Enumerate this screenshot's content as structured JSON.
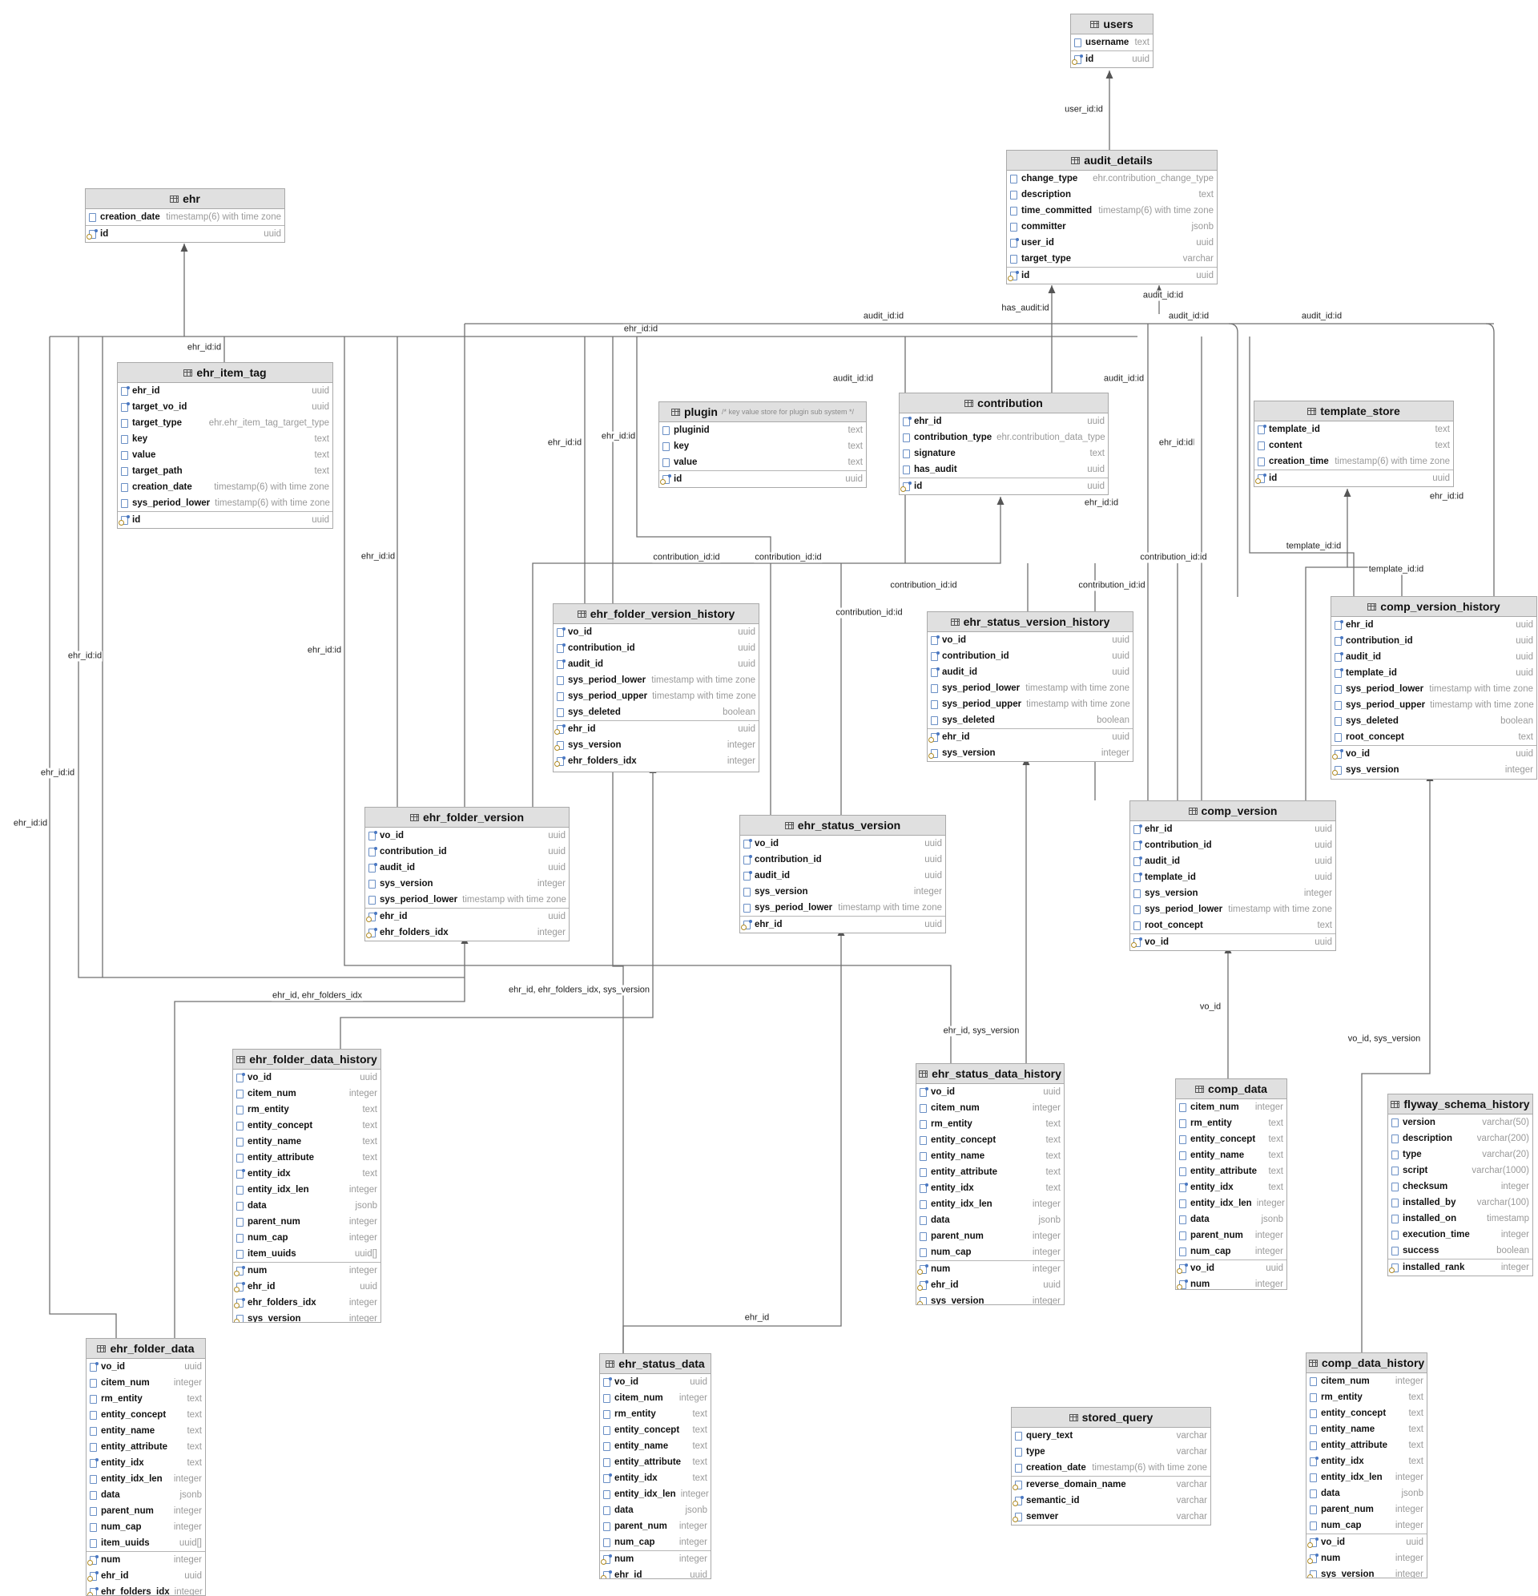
{
  "tables": [
    {
      "id": "users",
      "name": "users",
      "cols": [
        {
          "n": "username",
          "t": "text"
        }
      ],
      "keys": [
        {
          "n": "id",
          "t": "uuid"
        }
      ]
    },
    {
      "id": "audit_details",
      "name": "audit_details",
      "cols": [
        {
          "n": "change_type",
          "t": "ehr.contribution_change_type"
        },
        {
          "n": "description",
          "t": "text"
        },
        {
          "n": "time_committed",
          "t": "timestamp(6) with time zone"
        },
        {
          "n": "committer",
          "t": "jsonb"
        },
        {
          "n": "user_id",
          "t": "uuid"
        },
        {
          "n": "target_type",
          "t": "varchar"
        }
      ],
      "keys": [
        {
          "n": "id",
          "t": "uuid"
        }
      ]
    },
    {
      "id": "ehr",
      "name": "ehr",
      "cols": [
        {
          "n": "creation_date",
          "t": "timestamp(6) with time zone"
        }
      ],
      "keys": [
        {
          "n": "id",
          "t": "uuid"
        }
      ]
    },
    {
      "id": "ehr_item_tag",
      "name": "ehr_item_tag",
      "cols": [
        {
          "n": "ehr_id",
          "t": "uuid"
        },
        {
          "n": "target_vo_id",
          "t": "uuid"
        },
        {
          "n": "target_type",
          "t": "ehr.ehr_item_tag_target_type"
        },
        {
          "n": "key",
          "t": "text"
        },
        {
          "n": "value",
          "t": "text"
        },
        {
          "n": "target_path",
          "t": "text"
        },
        {
          "n": "creation_date",
          "t": "timestamp(6) with time zone"
        },
        {
          "n": "sys_period_lower",
          "t": "timestamp(6) with time zone"
        }
      ],
      "keys": [
        {
          "n": "id",
          "t": "uuid"
        }
      ]
    },
    {
      "id": "plugin",
      "name": "plugin",
      "comment": "/* key value store for plugin sub system */",
      "cols": [
        {
          "n": "pluginid",
          "t": "text"
        },
        {
          "n": "key",
          "t": "text"
        },
        {
          "n": "value",
          "t": "text"
        }
      ],
      "keys": [
        {
          "n": "id",
          "t": "uuid"
        }
      ]
    },
    {
      "id": "contribution",
      "name": "contribution",
      "cols": [
        {
          "n": "ehr_id",
          "t": "uuid"
        },
        {
          "n": "contribution_type",
          "t": "ehr.contribution_data_type"
        },
        {
          "n": "signature",
          "t": "text"
        },
        {
          "n": "has_audit",
          "t": "uuid"
        }
      ],
      "keys": [
        {
          "n": "id",
          "t": "uuid"
        }
      ]
    },
    {
      "id": "template_store",
      "name": "template_store",
      "cols": [
        {
          "n": "template_id",
          "t": "text"
        },
        {
          "n": "content",
          "t": "text"
        },
        {
          "n": "creation_time",
          "t": "timestamp(6) with time zone"
        }
      ],
      "keys": [
        {
          "n": "id",
          "t": "uuid"
        }
      ]
    },
    {
      "id": "ehr_folder_version_history",
      "name": "ehr_folder_version_history",
      "cols": [
        {
          "n": "vo_id",
          "t": "uuid"
        },
        {
          "n": "contribution_id",
          "t": "uuid"
        },
        {
          "n": "audit_id",
          "t": "uuid"
        },
        {
          "n": "sys_period_lower",
          "t": "timestamp with time zone"
        },
        {
          "n": "sys_period_upper",
          "t": "timestamp with time zone"
        },
        {
          "n": "sys_deleted",
          "t": "boolean"
        }
      ],
      "keys": [
        {
          "n": "ehr_id",
          "t": "uuid"
        },
        {
          "n": "sys_version",
          "t": "integer"
        },
        {
          "n": "ehr_folders_idx",
          "t": "integer"
        }
      ]
    },
    {
      "id": "ehr_status_version_history",
      "name": "ehr_status_version_history",
      "cols": [
        {
          "n": "vo_id",
          "t": "uuid"
        },
        {
          "n": "contribution_id",
          "t": "uuid"
        },
        {
          "n": "audit_id",
          "t": "uuid"
        },
        {
          "n": "sys_period_lower",
          "t": "timestamp with time zone"
        },
        {
          "n": "sys_period_upper",
          "t": "timestamp with time zone"
        },
        {
          "n": "sys_deleted",
          "t": "boolean"
        }
      ],
      "keys": [
        {
          "n": "ehr_id",
          "t": "uuid"
        },
        {
          "n": "sys_version",
          "t": "integer"
        }
      ]
    },
    {
      "id": "comp_version_history",
      "name": "comp_version_history",
      "cols": [
        {
          "n": "ehr_id",
          "t": "uuid"
        },
        {
          "n": "contribution_id",
          "t": "uuid"
        },
        {
          "n": "audit_id",
          "t": "uuid"
        },
        {
          "n": "template_id",
          "t": "uuid"
        },
        {
          "n": "sys_period_lower",
          "t": "timestamp with time zone"
        },
        {
          "n": "sys_period_upper",
          "t": "timestamp with time zone"
        },
        {
          "n": "sys_deleted",
          "t": "boolean"
        },
        {
          "n": "root_concept",
          "t": "text"
        }
      ],
      "keys": [
        {
          "n": "vo_id",
          "t": "uuid"
        },
        {
          "n": "sys_version",
          "t": "integer"
        }
      ]
    },
    {
      "id": "ehr_folder_version",
      "name": "ehr_folder_version",
      "cols": [
        {
          "n": "vo_id",
          "t": "uuid"
        },
        {
          "n": "contribution_id",
          "t": "uuid"
        },
        {
          "n": "audit_id",
          "t": "uuid"
        },
        {
          "n": "sys_version",
          "t": "integer"
        },
        {
          "n": "sys_period_lower",
          "t": "timestamp with time zone"
        }
      ],
      "keys": [
        {
          "n": "ehr_id",
          "t": "uuid"
        },
        {
          "n": "ehr_folders_idx",
          "t": "integer"
        }
      ]
    },
    {
      "id": "ehr_status_version",
      "name": "ehr_status_version",
      "cols": [
        {
          "n": "vo_id",
          "t": "uuid"
        },
        {
          "n": "contribution_id",
          "t": "uuid"
        },
        {
          "n": "audit_id",
          "t": "uuid"
        },
        {
          "n": "sys_version",
          "t": "integer"
        },
        {
          "n": "sys_period_lower",
          "t": "timestamp with time zone"
        }
      ],
      "keys": [
        {
          "n": "ehr_id",
          "t": "uuid"
        }
      ]
    },
    {
      "id": "comp_version",
      "name": "comp_version",
      "cols": [
        {
          "n": "ehr_id",
          "t": "uuid"
        },
        {
          "n": "contribution_id",
          "t": "uuid"
        },
        {
          "n": "audit_id",
          "t": "uuid"
        },
        {
          "n": "template_id",
          "t": "uuid"
        },
        {
          "n": "sys_version",
          "t": "integer"
        },
        {
          "n": "sys_period_lower",
          "t": "timestamp with time zone"
        },
        {
          "n": "root_concept",
          "t": "text"
        }
      ],
      "keys": [
        {
          "n": "vo_id",
          "t": "uuid"
        }
      ]
    },
    {
      "id": "ehr_folder_data_history",
      "name": "ehr_folder_data_history",
      "cols": [
        {
          "n": "vo_id",
          "t": "uuid"
        },
        {
          "n": "citem_num",
          "t": "integer"
        },
        {
          "n": "rm_entity",
          "t": "text"
        },
        {
          "n": "entity_concept",
          "t": "text"
        },
        {
          "n": "entity_name",
          "t": "text"
        },
        {
          "n": "entity_attribute",
          "t": "text"
        },
        {
          "n": "entity_idx",
          "t": "text"
        },
        {
          "n": "entity_idx_len",
          "t": "integer"
        },
        {
          "n": "data",
          "t": "jsonb"
        },
        {
          "n": "parent_num",
          "t": "integer"
        },
        {
          "n": "num_cap",
          "t": "integer"
        },
        {
          "n": "item_uuids",
          "t": "uuid[]"
        }
      ],
      "keys": [
        {
          "n": "num",
          "t": "integer"
        },
        {
          "n": "ehr_id",
          "t": "uuid"
        },
        {
          "n": "ehr_folders_idx",
          "t": "integer"
        },
        {
          "n": "sys_version",
          "t": "integer"
        }
      ]
    },
    {
      "id": "ehr_status_data_history",
      "name": "ehr_status_data_history",
      "cols": [
        {
          "n": "vo_id",
          "t": "uuid"
        },
        {
          "n": "citem_num",
          "t": "integer"
        },
        {
          "n": "rm_entity",
          "t": "text"
        },
        {
          "n": "entity_concept",
          "t": "text"
        },
        {
          "n": "entity_name",
          "t": "text"
        },
        {
          "n": "entity_attribute",
          "t": "text"
        },
        {
          "n": "entity_idx",
          "t": "text"
        },
        {
          "n": "entity_idx_len",
          "t": "integer"
        },
        {
          "n": "data",
          "t": "jsonb"
        },
        {
          "n": "parent_num",
          "t": "integer"
        },
        {
          "n": "num_cap",
          "t": "integer"
        }
      ],
      "keys": [
        {
          "n": "num",
          "t": "integer"
        },
        {
          "n": "ehr_id",
          "t": "uuid"
        },
        {
          "n": "sys_version",
          "t": "integer"
        }
      ]
    },
    {
      "id": "comp_data",
      "name": "comp_data",
      "cols": [
        {
          "n": "citem_num",
          "t": "integer"
        },
        {
          "n": "rm_entity",
          "t": "text"
        },
        {
          "n": "entity_concept",
          "t": "text"
        },
        {
          "n": "entity_name",
          "t": "text"
        },
        {
          "n": "entity_attribute",
          "t": "text"
        },
        {
          "n": "entity_idx",
          "t": "text"
        },
        {
          "n": "entity_idx_len",
          "t": "integer"
        },
        {
          "n": "data",
          "t": "jsonb"
        },
        {
          "n": "parent_num",
          "t": "integer"
        },
        {
          "n": "num_cap",
          "t": "integer"
        }
      ],
      "keys": [
        {
          "n": "vo_id",
          "t": "uuid"
        },
        {
          "n": "num",
          "t": "integer"
        }
      ]
    },
    {
      "id": "flyway_schema_history",
      "name": "flyway_schema_history",
      "cols": [
        {
          "n": "version",
          "t": "varchar(50)"
        },
        {
          "n": "description",
          "t": "varchar(200)"
        },
        {
          "n": "type",
          "t": "varchar(20)"
        },
        {
          "n": "script",
          "t": "varchar(1000)"
        },
        {
          "n": "checksum",
          "t": "integer"
        },
        {
          "n": "installed_by",
          "t": "varchar(100)"
        },
        {
          "n": "installed_on",
          "t": "timestamp"
        },
        {
          "n": "execution_time",
          "t": "integer"
        },
        {
          "n": "success",
          "t": "boolean"
        }
      ],
      "keys": [
        {
          "n": "installed_rank",
          "t": "integer"
        }
      ]
    },
    {
      "id": "ehr_folder_data",
      "name": "ehr_folder_data",
      "cols": [
        {
          "n": "vo_id",
          "t": "uuid"
        },
        {
          "n": "citem_num",
          "t": "integer"
        },
        {
          "n": "rm_entity",
          "t": "text"
        },
        {
          "n": "entity_concept",
          "t": "text"
        },
        {
          "n": "entity_name",
          "t": "text"
        },
        {
          "n": "entity_attribute",
          "t": "text"
        },
        {
          "n": "entity_idx",
          "t": "text"
        },
        {
          "n": "entity_idx_len",
          "t": "integer"
        },
        {
          "n": "data",
          "t": "jsonb"
        },
        {
          "n": "parent_num",
          "t": "integer"
        },
        {
          "n": "num_cap",
          "t": "integer"
        },
        {
          "n": "item_uuids",
          "t": "uuid[]"
        }
      ],
      "keys": [
        {
          "n": "num",
          "t": "integer"
        },
        {
          "n": "ehr_id",
          "t": "uuid"
        },
        {
          "n": "ehr_folders_idx",
          "t": "integer"
        }
      ]
    },
    {
      "id": "ehr_status_data",
      "name": "ehr_status_data",
      "cols": [
        {
          "n": "vo_id",
          "t": "uuid"
        },
        {
          "n": "citem_num",
          "t": "integer"
        },
        {
          "n": "rm_entity",
          "t": "text"
        },
        {
          "n": "entity_concept",
          "t": "text"
        },
        {
          "n": "entity_name",
          "t": "text"
        },
        {
          "n": "entity_attribute",
          "t": "text"
        },
        {
          "n": "entity_idx",
          "t": "text"
        },
        {
          "n": "entity_idx_len",
          "t": "integer"
        },
        {
          "n": "data",
          "t": "jsonb"
        },
        {
          "n": "parent_num",
          "t": "integer"
        },
        {
          "n": "num_cap",
          "t": "integer"
        }
      ],
      "keys": [
        {
          "n": "num",
          "t": "integer"
        },
        {
          "n": "ehr_id",
          "t": "uuid"
        }
      ]
    },
    {
      "id": "stored_query",
      "name": "stored_query",
      "cols": [
        {
          "n": "query_text",
          "t": "varchar"
        },
        {
          "n": "type",
          "t": "varchar"
        },
        {
          "n": "creation_date",
          "t": "timestamp(6) with time zone"
        }
      ],
      "keys": [
        {
          "n": "reverse_domain_name",
          "t": "varchar"
        },
        {
          "n": "semantic_id",
          "t": "varchar"
        },
        {
          "n": "semver",
          "t": "varchar"
        }
      ]
    },
    {
      "id": "comp_data_history",
      "name": "comp_data_history",
      "cols": [
        {
          "n": "citem_num",
          "t": "integer"
        },
        {
          "n": "rm_entity",
          "t": "text"
        },
        {
          "n": "entity_concept",
          "t": "text"
        },
        {
          "n": "entity_name",
          "t": "text"
        },
        {
          "n": "entity_attribute",
          "t": "text"
        },
        {
          "n": "entity_idx",
          "t": "text"
        },
        {
          "n": "entity_idx_len",
          "t": "integer"
        },
        {
          "n": "data",
          "t": "jsonb"
        },
        {
          "n": "parent_num",
          "t": "integer"
        },
        {
          "n": "num_cap",
          "t": "integer"
        }
      ],
      "keys": [
        {
          "n": "vo_id",
          "t": "uuid"
        },
        {
          "n": "num",
          "t": "integer"
        },
        {
          "n": "sys_version",
          "t": "integer"
        }
      ]
    }
  ],
  "edge_labels": [
    {
      "id": "e-user",
      "text": "user_id:id"
    },
    {
      "id": "e-hasaudit",
      "text": "has_audit:id"
    },
    {
      "id": "e-aud1",
      "text": "audit_id:id"
    },
    {
      "id": "e-aud2",
      "text": "audit_id:id"
    },
    {
      "id": "e-aud3",
      "text": "audit_id:id"
    },
    {
      "id": "e-aud4",
      "text": "audit_id:id"
    },
    {
      "id": "e-aud5",
      "text": "audit_id:id"
    },
    {
      "id": "e-aud6",
      "text": "audit_id:id"
    },
    {
      "id": "e-ehr1",
      "text": "ehr_id:id"
    },
    {
      "id": "e-ehr2",
      "text": "ehr_id:id"
    },
    {
      "id": "e-ehr3",
      "text": "ehr_id:id"
    },
    {
      "id": "e-ehr4",
      "text": "ehr_id:id"
    },
    {
      "id": "e-ehr5",
      "text": "ehr_id:id"
    },
    {
      "id": "e-ehr6",
      "text": "ehr_id:id"
    },
    {
      "id": "e-ehr7",
      "text": "ehr_id:id"
    },
    {
      "id": "e-ehr8",
      "text": "ehr_id:id"
    },
    {
      "id": "e-ehr9",
      "text": "ehr_id:id"
    },
    {
      "id": "e-ehr10",
      "text": "ehr_id:id"
    },
    {
      "id": "e-ehr11",
      "text": "ehr_id:id"
    },
    {
      "id": "e-ehr12",
      "text": "ehr_id:id"
    },
    {
      "id": "e-ehr13",
      "text": "ehr_id:id"
    },
    {
      "id": "e-con1",
      "text": "contribution_id:id"
    },
    {
      "id": "e-con2",
      "text": "contribution_id:id"
    },
    {
      "id": "e-con3",
      "text": "contribution_id:id"
    },
    {
      "id": "e-con4",
      "text": "contribution_id:id"
    },
    {
      "id": "e-con5",
      "text": "contribution_id:id"
    },
    {
      "id": "e-con6",
      "text": "contribution_id:id"
    },
    {
      "id": "e-tpl1",
      "text": "template_id:id"
    },
    {
      "id": "e-tpl2",
      "text": "template_id:id"
    },
    {
      "id": "e-fdh",
      "text": "ehr_id, ehr_folders_idx"
    },
    {
      "id": "e-fdhv",
      "text": "ehr_id, ehr_folders_idx, sys_version"
    },
    {
      "id": "e-sdh",
      "text": "ehr_id, sys_version"
    },
    {
      "id": "e-sd",
      "text": "ehr_id"
    },
    {
      "id": "e-cd",
      "text": "vo_id"
    },
    {
      "id": "e-cdh",
      "text": "vo_id, sys_version"
    }
  ]
}
